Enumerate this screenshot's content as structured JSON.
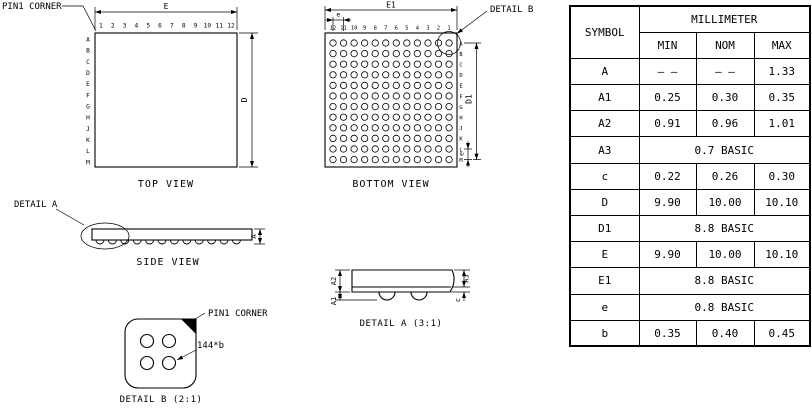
{
  "colors": {
    "line": "#000000",
    "background": "#ffffff"
  },
  "drawing": {
    "top_view": {
      "title": "TOP VIEW",
      "pin1_label": "PIN1 CORNER",
      "dim_e": "E",
      "dim_d": "D",
      "col_labels": [
        "1",
        "2",
        "3",
        "4",
        "5",
        "6",
        "7",
        "8",
        "9",
        "10",
        "11",
        "12"
      ],
      "row_labels": [
        "A",
        "B",
        "C",
        "D",
        "E",
        "F",
        "G",
        "H",
        "J",
        "K",
        "L",
        "M"
      ]
    },
    "bottom_view": {
      "title": "BOTTOM VIEW",
      "dim_e1": "E1",
      "dim_d1": "D1",
      "dim_e_top": "e",
      "dim_e_right": "e",
      "detail_b_callout": "DETAIL B",
      "col_labels": [
        "12",
        "11",
        "10",
        "9",
        "8",
        "7",
        "6",
        "5",
        "4",
        "3",
        "2",
        "1"
      ],
      "row_labels": [
        "A",
        "B",
        "C",
        "D",
        "E",
        "F",
        "G",
        "H",
        "J",
        "K",
        "L",
        "M"
      ]
    },
    "side_view": {
      "title": "SIDE VIEW",
      "detail_a_callout": "DETAIL A",
      "dim_a": "A"
    },
    "detail_a": {
      "title": "DETAIL A (3:1)",
      "dim_a2": "A2",
      "dim_a1": "A1",
      "dim_a3": "A3",
      "dim_c": "c"
    },
    "detail_b": {
      "title": "DETAIL B (2:1)",
      "pin1_label": "PIN1 CORNER",
      "ball_count_label": "144*b"
    }
  },
  "table": {
    "symbol_header": "SYMBOL",
    "unit_header": "MILLIMETER",
    "col_headers": [
      "MIN",
      "NOM",
      "MAX"
    ],
    "rows": [
      {
        "symbol": "A",
        "min": "– –",
        "nom": "– –",
        "max": "1.33"
      },
      {
        "symbol": "A1",
        "min": "0.25",
        "nom": "0.30",
        "max": "0.35"
      },
      {
        "symbol": "A2",
        "min": "0.91",
        "nom": "0.96",
        "max": "1.01"
      },
      {
        "symbol": "A3",
        "basic": "0.7  BASIC"
      },
      {
        "symbol": "c",
        "min": "0.22",
        "nom": "0.26",
        "max": "0.30"
      },
      {
        "symbol": "D",
        "min": "9.90",
        "nom": "10.00",
        "max": "10.10"
      },
      {
        "symbol": "D1",
        "basic": "8.8  BASIC"
      },
      {
        "symbol": "E",
        "min": "9.90",
        "nom": "10.00",
        "max": "10.10"
      },
      {
        "symbol": "E1",
        "basic": "8.8  BASIC"
      },
      {
        "symbol": "e",
        "basic": "0.8  BASIC"
      },
      {
        "symbol": "b",
        "min": "0.35",
        "nom": "0.40",
        "max": "0.45"
      }
    ]
  }
}
